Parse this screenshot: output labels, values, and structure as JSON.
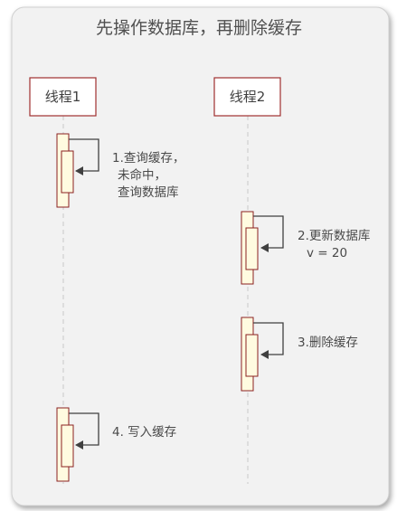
{
  "title": "先操作数据库，再删除缓存",
  "lanes": [
    {
      "id": "thread1",
      "label": "线程1"
    },
    {
      "id": "thread2",
      "label": "线程2"
    }
  ],
  "steps": [
    {
      "lane": 0,
      "lines": [
        "1.查询缓存，",
        "未命中，",
        "查询数据库"
      ]
    },
    {
      "lane": 1,
      "lines": [
        "2.更新数据库",
        "v = 20"
      ]
    },
    {
      "lane": 1,
      "lines": [
        "3.删除缓存"
      ]
    },
    {
      "lane": 0,
      "lines": [
        "4. 写入缓存"
      ]
    }
  ],
  "colors": {
    "card_bg": "#f2f2f2",
    "card_border": "#d0d0d0",
    "lane_box_border": "#a03030",
    "activation_fill": "#fffbe0",
    "activation_border": "#8b2020",
    "lifeline": "#c8c8c8",
    "arrow": "#404040"
  }
}
